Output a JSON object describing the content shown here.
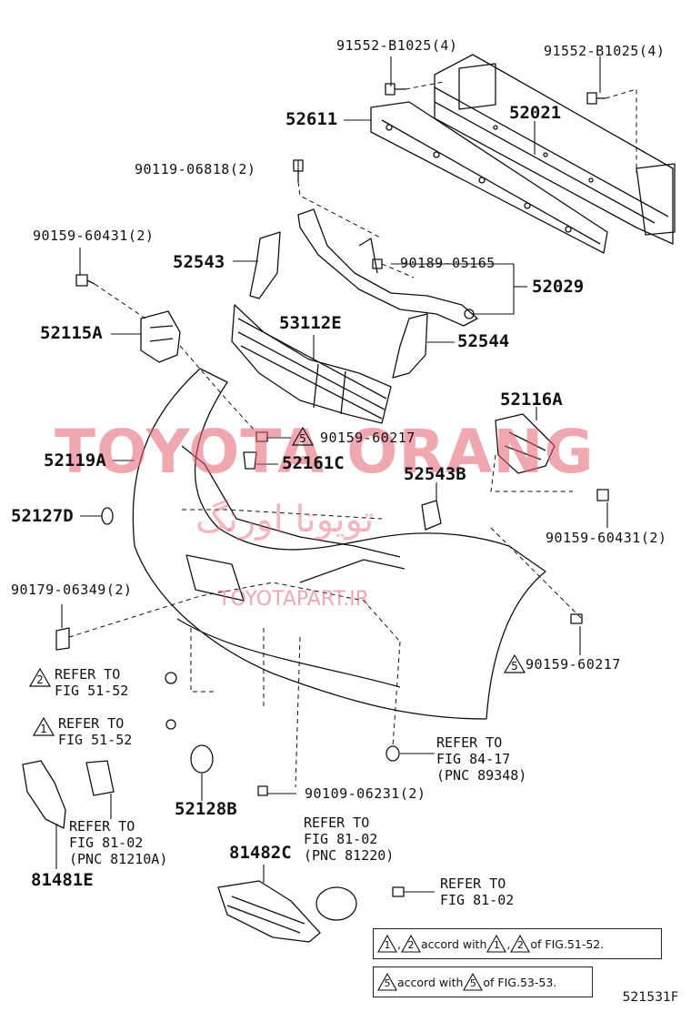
{
  "watermark": {
    "brand": "TOYOTA ORANG",
    "persian": "تویوتا اورنگ",
    "url": "TOYOTAPART.IR"
  },
  "labels": {
    "p91552_left": "91552-B1025(4)",
    "p91552_right": "91552-B1025(4)",
    "p52611": "52611",
    "p52021": "52021",
    "p90119": "90119-06818(2)",
    "p90159_top": "90159-60431(2)",
    "p52543": "52543",
    "p90189": "90189-05165",
    "p52029": "52029",
    "p52115A": "52115A",
    "p53112E": "53112E",
    "p52544": "52544",
    "p52116A": "52116A",
    "p90159_60217_a": "90159-60217",
    "p52119A": "52119A",
    "p52161C": "52161C",
    "p52543B": "52543B",
    "p52127D": "52127D",
    "p90159_right": "90159-60431(2)",
    "p90179": "90179-06349(2)",
    "p90159_60217_b": "90159-60217",
    "p52128B": "52128B",
    "p90109": "90109-06231(2)",
    "p81481E": "81481E",
    "p81482C": "81482C"
  },
  "triangles": {
    "t5a": "5",
    "t2": "2",
    "t1": "1",
    "t5b": "5"
  },
  "references": {
    "ref_fig51_a": "REFER TO\nFIG 51-52",
    "ref_fig51_b": "REFER TO\nFIG 51-52",
    "ref_fig84": "REFER TO\nFIG 84-17\n(PNC 89348)",
    "ref_fig81_a": "REFER TO\nFIG 81-02\n(PNC 81210A)",
    "ref_fig81_b": "REFER TO\nFIG 81-02\n(PNC 81220)",
    "ref_fig81_c": "REFER TO\nFIG 81-02"
  },
  "notes": {
    "note1": {
      "t1": "1",
      "t2": "2",
      "mid": "accord with",
      "t3": "1",
      "t4": "2",
      "end": "of FIG.51-52."
    },
    "note2": {
      "t1": "5",
      "mid": "accord with",
      "t2": "5",
      "end": "of FIG.53-53."
    }
  },
  "figure_id": "521531F"
}
